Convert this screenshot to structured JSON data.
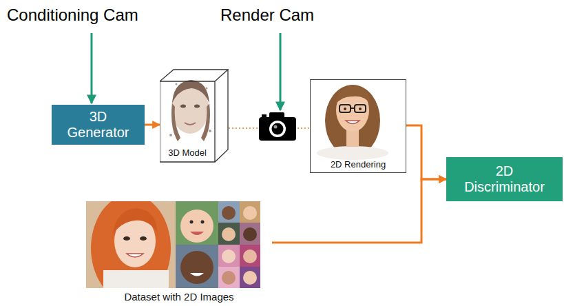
{
  "diagram": {
    "nodes": [
      {
        "text": [
          "3D Generator"
        ]
      },
      {
        "text": [
          "3D Model"
        ]
      },
      {
        "text": [
          "2D Rendering"
        ]
      },
      {
        "text": [
          "2D Discriminator"
        ]
      },
      {
        "text": [
          "Dataset with 2D Images"
        ]
      }
    ],
    "edges": [
      {
        "from": 0,
        "to": 1,
        "arrow": "to"
      },
      {
        "from": 1,
        "to": 2,
        "arrow": "none"
      },
      {
        "from": 2,
        "to": 3,
        "arrow": "to"
      },
      {
        "from": 4,
        "to": 3,
        "arrow": "to"
      }
    ],
    "labels": [
      "Conditioning Cam",
      "Render Cam"
    ]
  }
}
